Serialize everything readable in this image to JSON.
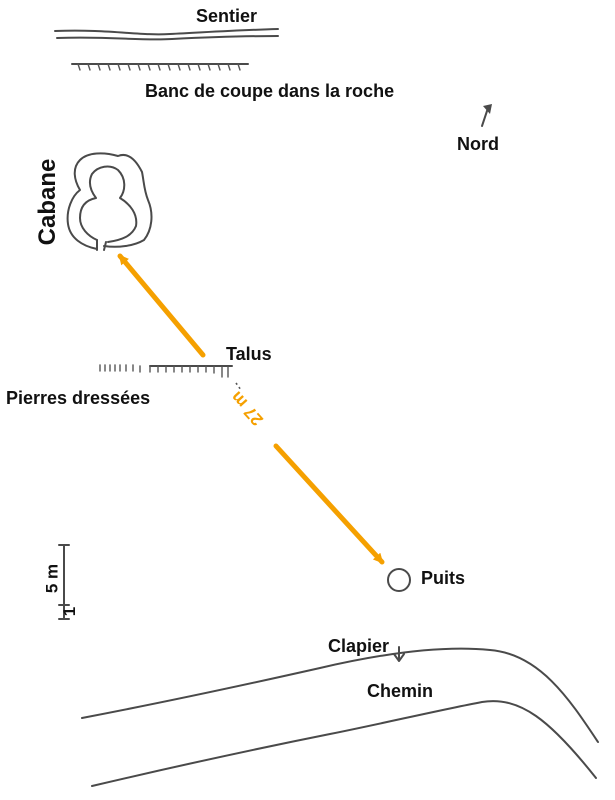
{
  "labels": {
    "sentier": "Sentier",
    "banc": "Banc de coupe dans la roche",
    "nord": "Nord",
    "cabane": "Cabane",
    "talus": "Talus",
    "pierres": "Pierres dressées",
    "distance": "27 m",
    "puits": "Puits",
    "scale": "5 m",
    "scale_small": "1",
    "clapier": "Clapier",
    "chemin": "Chemin"
  },
  "colors": {
    "ink": "#4a4a4a",
    "measurement": "#f5a000",
    "text": "#111111"
  },
  "icons": {
    "north_arrow": "north-arrow-icon"
  }
}
